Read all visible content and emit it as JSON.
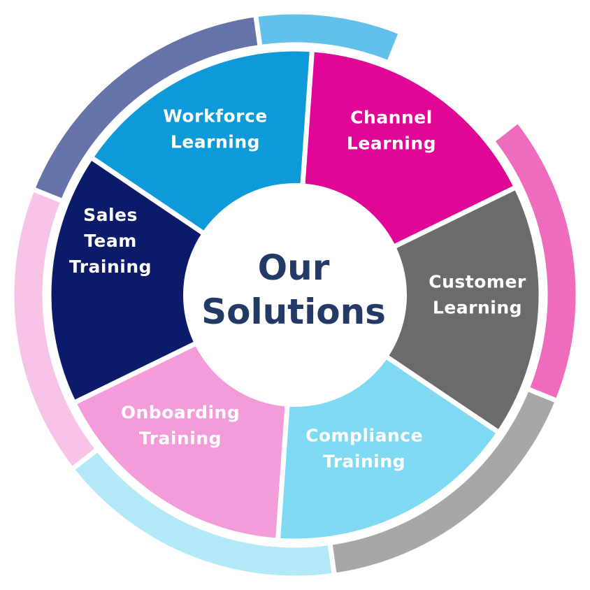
{
  "center": {
    "lines": [
      "Our",
      "Solutions"
    ],
    "color": "#233a66",
    "background": "#ffffff"
  },
  "segments": [
    {
      "id": "workforce-learning",
      "lines": [
        "Workforce",
        "Learning"
      ],
      "inner_color": "#0e9ad9",
      "outer_color": "#62c1ea",
      "text_color": "#ffffff"
    },
    {
      "id": "channel-learning",
      "lines": [
        "Channel",
        "Learning"
      ],
      "inner_color": "#e20696",
      "outer_color": "#ef6bbd",
      "text_color": "#ffffff"
    },
    {
      "id": "customer-learning",
      "lines": [
        "Customer",
        "Learning"
      ],
      "inner_color": "#6b6b6e",
      "outer_color": "#a7a7aa",
      "text_color": "#ffffff"
    },
    {
      "id": "compliance-training",
      "lines": [
        "Compliance",
        "Training"
      ],
      "inner_color": "#7fd9f2",
      "outer_color": "#b4e9f7",
      "text_color": "#ffffff"
    },
    {
      "id": "onboarding-training",
      "lines": [
        "Onboarding",
        "Training"
      ],
      "inner_color": "#f49bd9",
      "outer_color": "#f7c3e6",
      "text_color": "#ffffff"
    },
    {
      "id": "sales-team-training",
      "lines": [
        "Sales",
        "Team",
        "Training"
      ],
      "inner_color": "#0b1a69",
      "outer_color": "#6573a8",
      "text_color": "#ffffff"
    }
  ]
}
